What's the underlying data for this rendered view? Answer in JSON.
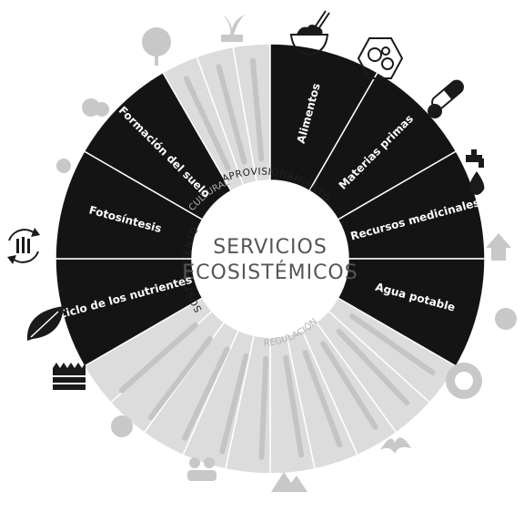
{
  "center": {
    "line1": "SERVICIOS",
    "line2": "ECOSISTÉMICOS"
  },
  "rings": {
    "aprovisionamiento": "APROVISIONAMIENTO",
    "sostenimiento": "SOSTENIMIENTO",
    "faint_top": "CULTURAL",
    "faint_bottom": "REGULACIÓN"
  },
  "segments": {
    "aprovisionamiento": [
      {
        "label": "Alimentos"
      },
      {
        "label": "Materias primas"
      },
      {
        "label": "Recursos medicinales"
      },
      {
        "label": "Agua potable"
      }
    ],
    "sostenimiento": [
      {
        "label": "Ciclo de los nutrientes"
      },
      {
        "label": "Fotosíntesis"
      },
      {
        "label": "Formación del suelo"
      }
    ]
  },
  "colors": {
    "dark_segment": "#141414",
    "light_segment": "#dcdcdc",
    "background": "#ffffff"
  },
  "icons": {
    "outer": [
      "tree-icon",
      "plant-icon",
      "food-bowl-icon",
      "molecule-icon",
      "pills-icon",
      "water-tap-icon",
      "faucet-drop-icon",
      "cycle-grain-icon",
      "leaf-icon",
      "soil-layers-icon",
      "climate-icon",
      "waves-icon",
      "bird-icon",
      "mountain-icon",
      "people-icon",
      "sun-icon"
    ]
  }
}
